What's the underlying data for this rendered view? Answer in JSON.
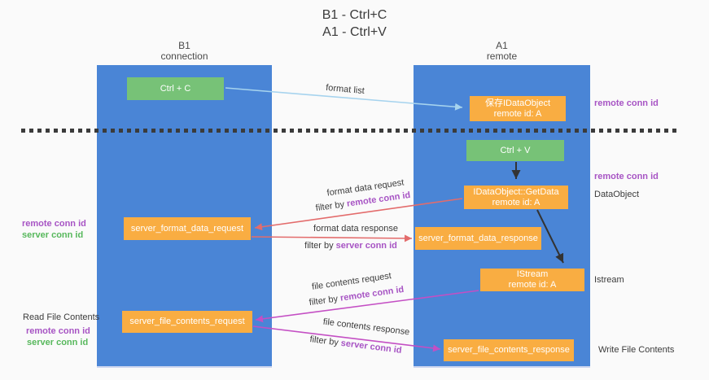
{
  "title": {
    "line1": "B1 - Ctrl+C",
    "line2": "A1 - Ctrl+V"
  },
  "lanes": {
    "left": {
      "name": "B1",
      "role": "connection"
    },
    "right": {
      "name": "A1",
      "role": "remote"
    }
  },
  "nodes": {
    "ctrl_c": {
      "label": "Ctrl + C"
    },
    "save_idataobject": {
      "line1": "保存IDataObject",
      "line2": "remote id: A"
    },
    "ctrl_v": {
      "label": "Ctrl + V"
    },
    "idataobject_getdata": {
      "line1": "IDataObject::GetData",
      "line2": "remote id: A"
    },
    "server_format_data_request": {
      "label": "server_format_data_request"
    },
    "server_format_data_response": {
      "label": "server_format_data_response"
    },
    "istream": {
      "line1": "IStream",
      "line2": "remote id: A"
    },
    "server_file_contents_request": {
      "label": "server_file_contents_request"
    },
    "server_file_contents_response": {
      "label": "server_file_contents_response"
    }
  },
  "edge_labels": {
    "format_list": "format list",
    "format_data_request": "format data request",
    "format_data_response": "format data response",
    "file_contents_request": "file contents request",
    "file_contents_response": "file contents response",
    "filter_by": "filter by",
    "remote_conn_id": "remote conn id",
    "server_conn_id": "server conn id"
  },
  "side_labels": {
    "right_remote_conn_id_top": "remote conn id",
    "right_remote_conn_id_mid": "remote conn id",
    "dataobject": "DataObject",
    "istream": "Istream",
    "write_file_contents": "Write File Contents",
    "left_remote_conn_id_top": "remote conn id",
    "left_server_conn_id_top": "server conn id",
    "read_file_contents": "Read File Contents",
    "left_remote_conn_id_bottom": "remote conn id",
    "left_server_conn_id_bottom": "server conn id"
  },
  "colors": {
    "lane_blue": "#4a85d6",
    "node_green": "#77c277",
    "node_orange": "#f9ad42",
    "arrow_light_blue": "#a6d3ee",
    "arrow_salmon": "#e36c6c",
    "arrow_magenta": "#c44fc4",
    "arrow_black": "#333333",
    "text_purple": "#a754c4",
    "text_green": "#57b85c"
  }
}
